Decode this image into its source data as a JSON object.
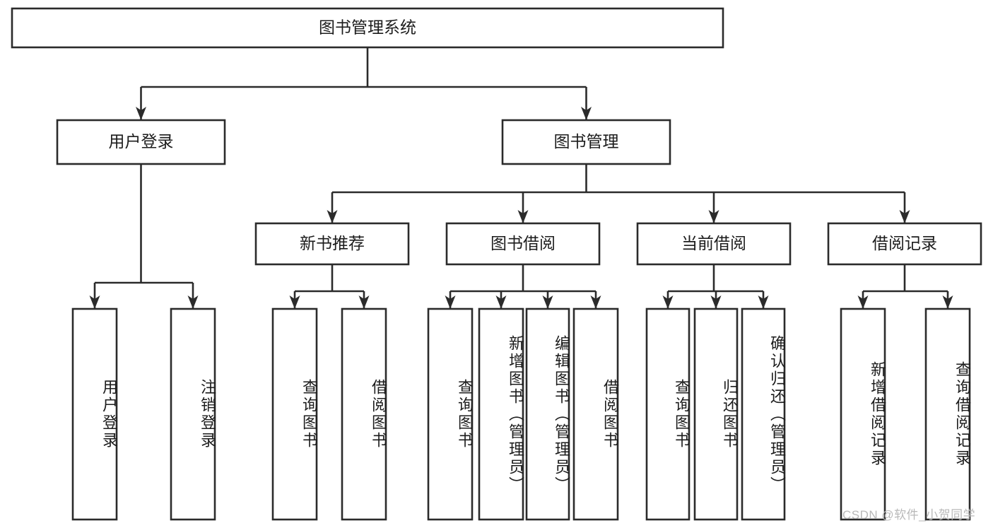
{
  "diagram": {
    "title": "图书管理系统",
    "type": "tree-hierarchy",
    "watermark": "CSDN @软件_小贺同学",
    "colors": {
      "stroke": "#2b2b2b",
      "fill": "#ffffff",
      "text": "#1c1c1c",
      "watermark": "#b9b9b9",
      "background": "#ffffff"
    },
    "nodes": {
      "root": {
        "label": "图书管理系统",
        "level": 1,
        "orientation": "horizontal"
      },
      "l2": [
        {
          "id": "user-login",
          "label": "用户登录",
          "level": 2,
          "orientation": "horizontal"
        },
        {
          "id": "book-manage",
          "label": "图书管理",
          "level": 2,
          "orientation": "horizontal"
        }
      ],
      "l3": [
        {
          "id": "new-book-rec",
          "label": "新书推荐",
          "level": 3,
          "orientation": "horizontal",
          "parent": "book-manage"
        },
        {
          "id": "book-borrow",
          "label": "图书借阅",
          "level": 3,
          "orientation": "horizontal",
          "parent": "book-manage"
        },
        {
          "id": "current-borrow",
          "label": "当前借阅",
          "level": 3,
          "orientation": "horizontal",
          "parent": "book-manage"
        },
        {
          "id": "borrow-record",
          "label": "借阅记录",
          "level": 3,
          "orientation": "horizontal",
          "parent": "book-manage"
        }
      ],
      "leaves": [
        {
          "id": "leaf-user-login",
          "label": "用户登录",
          "parent": "user-login",
          "orientation": "vertical"
        },
        {
          "id": "leaf-logout",
          "label": "注销登录",
          "parent": "user-login",
          "orientation": "vertical"
        },
        {
          "id": "leaf-query-book-1",
          "label": "查询图书",
          "parent": "new-book-rec",
          "orientation": "vertical"
        },
        {
          "id": "leaf-borrow-book-1",
          "label": "借阅图书",
          "parent": "new-book-rec",
          "orientation": "vertical"
        },
        {
          "id": "leaf-query-book-2",
          "label": "查询图书",
          "parent": "book-borrow",
          "orientation": "vertical"
        },
        {
          "id": "leaf-add-book",
          "label": "新增图书（管理员）",
          "parent": "book-borrow",
          "orientation": "vertical"
        },
        {
          "id": "leaf-edit-book",
          "label": "编辑图书（管理员）",
          "parent": "book-borrow",
          "orientation": "vertical"
        },
        {
          "id": "leaf-borrow-book-2",
          "label": "借阅图书",
          "parent": "book-borrow",
          "orientation": "vertical"
        },
        {
          "id": "leaf-query-book-3",
          "label": "查询图书",
          "parent": "current-borrow",
          "orientation": "vertical"
        },
        {
          "id": "leaf-return-book",
          "label": "归还图书",
          "parent": "current-borrow",
          "orientation": "vertical"
        },
        {
          "id": "leaf-confirm-return",
          "label": "确认归还（管理员）",
          "parent": "current-borrow",
          "orientation": "vertical"
        },
        {
          "id": "leaf-add-record",
          "label": "新增借阅记录",
          "parent": "borrow-record",
          "orientation": "vertical"
        },
        {
          "id": "leaf-query-record",
          "label": "查询借阅记录",
          "parent": "borrow-record",
          "orientation": "vertical"
        }
      ]
    }
  }
}
